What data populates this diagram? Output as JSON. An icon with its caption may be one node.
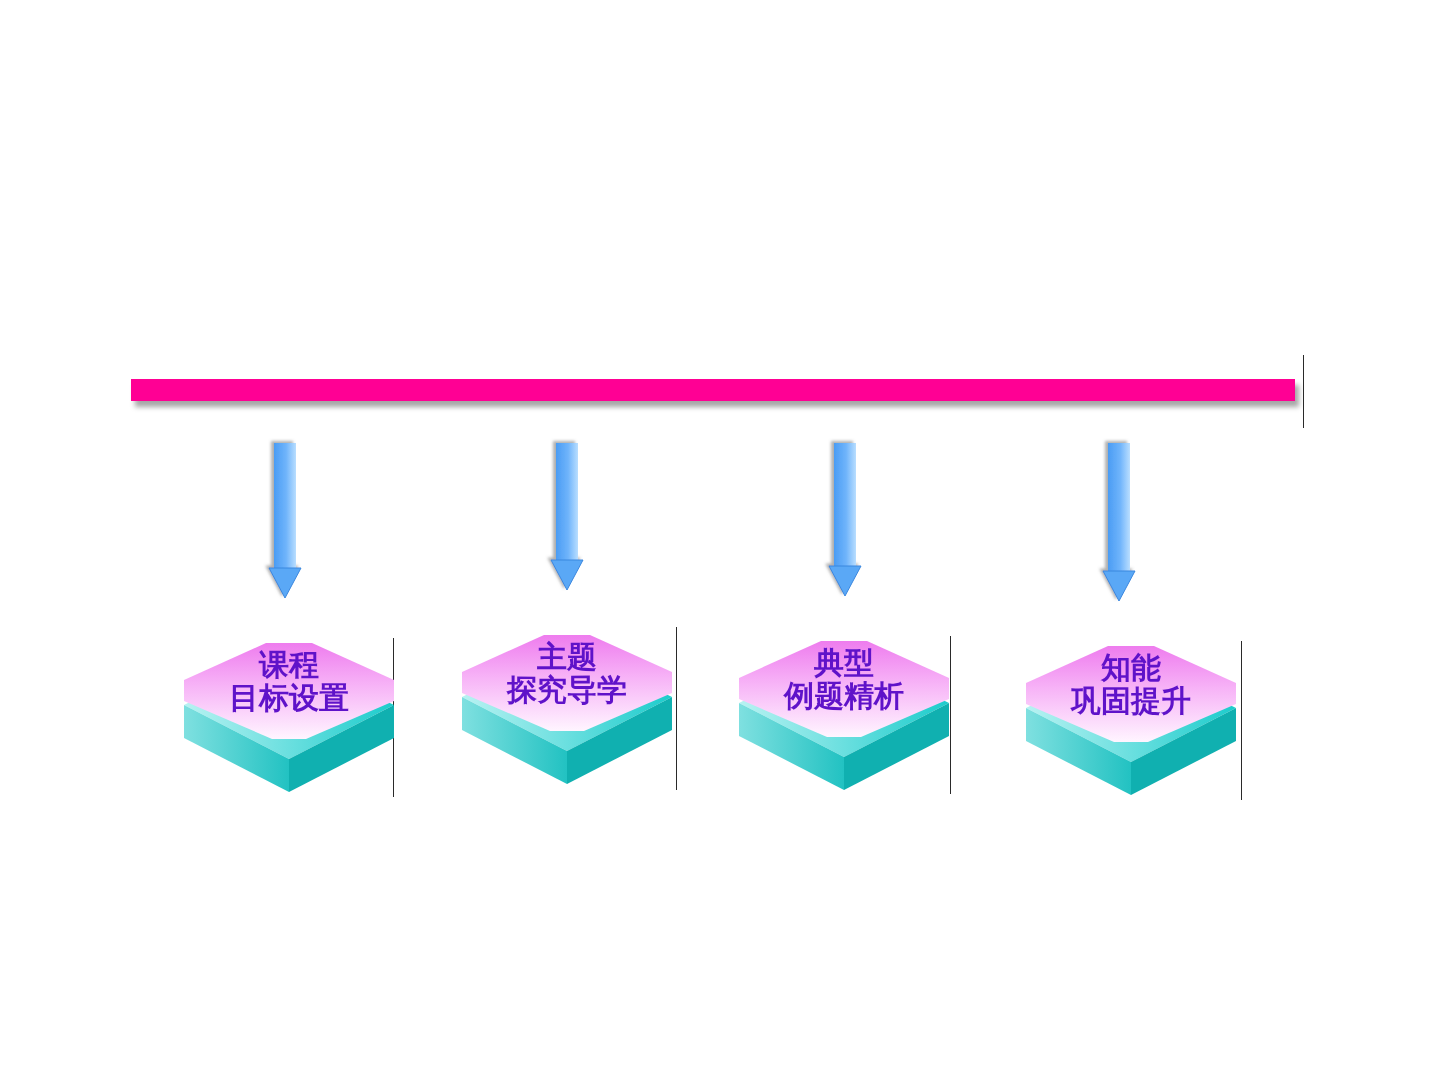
{
  "diagram": {
    "nodes": [
      {
        "text": [],
        "shape": "bar"
      },
      {
        "text": [
          "课程",
          "目标设置"
        ]
      },
      {
        "text": [
          "主题",
          "探究导学"
        ]
      },
      {
        "text": [
          "典型",
          "例题精析"
        ]
      },
      {
        "text": [
          "知能",
          "巩固提升"
        ]
      }
    ],
    "edges": [
      {
        "from": 0,
        "to": 1,
        "arrow": "to"
      },
      {
        "from": 0,
        "to": 2,
        "arrow": "to"
      },
      {
        "from": 0,
        "to": 3,
        "arrow": "to"
      },
      {
        "from": 0,
        "to": 4,
        "arrow": "to"
      }
    ]
  }
}
